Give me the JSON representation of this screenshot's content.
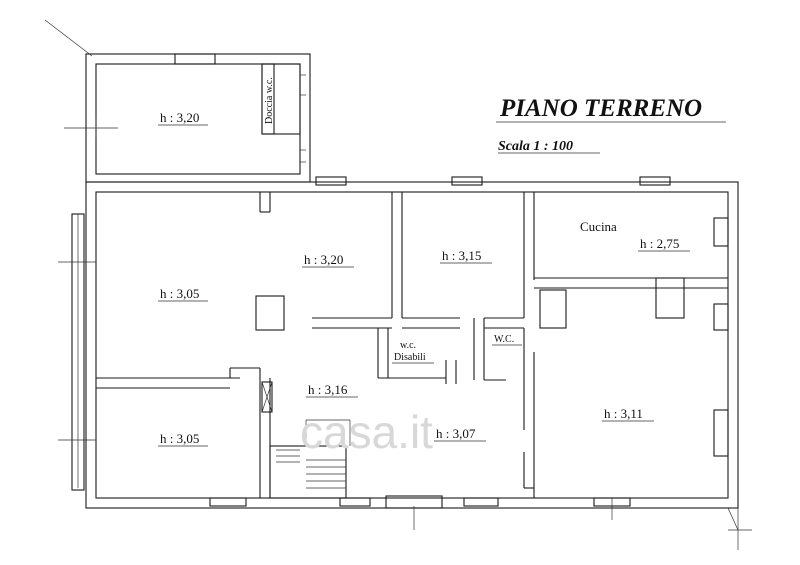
{
  "title": "PIANO TERRENO",
  "scale": "Scala  1 : 100",
  "rooms": {
    "annex": "h : 3,20",
    "annex_bath": "Doccia w.c.",
    "left_top": "h : 3,05",
    "left_bottom": "h : 3,05",
    "center_top": "h : 3,20",
    "center_mid": "h : 3,15",
    "kitchen_name": "Cucina",
    "kitchen": "h : 2,75",
    "wc_disabled_1": "w.c.",
    "wc_disabled_2": "Disabili",
    "wc": "W.C.",
    "hall": "h : 3,16",
    "corridor": "h : 3,07",
    "right_big": "h : 3,11"
  },
  "watermark": "casa.it"
}
